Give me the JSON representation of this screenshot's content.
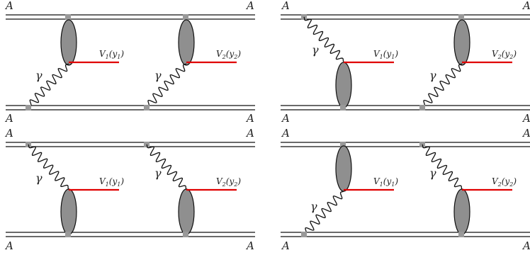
{
  "labels": {
    "nucleus": "A",
    "photon": "γ",
    "meson1": "V",
    "meson1_sub": "1",
    "meson1_arg": "y",
    "meson1_arg_sub": "1",
    "meson2": "V",
    "meson2_sub": "2",
    "meson2_arg": "y",
    "meson2_arg_sub": "2"
  },
  "colors": {
    "beam": "#111111",
    "vector_meson_line": "#e00000",
    "blob_fill": "#8f8f8f",
    "vertex_dot": "#999999"
  },
  "panels": [
    {
      "id": "top-left",
      "exchanges": [
        "photon-from-bottom",
        "photon-from-bottom"
      ]
    },
    {
      "id": "top-right",
      "exchanges": [
        "photon-from-top",
        "photon-from-bottom"
      ]
    },
    {
      "id": "bottom-left",
      "exchanges": [
        "photon-from-top",
        "photon-from-top"
      ]
    },
    {
      "id": "bottom-right",
      "exchanges": [
        "photon-from-bottom",
        "photon-from-top"
      ]
    }
  ]
}
